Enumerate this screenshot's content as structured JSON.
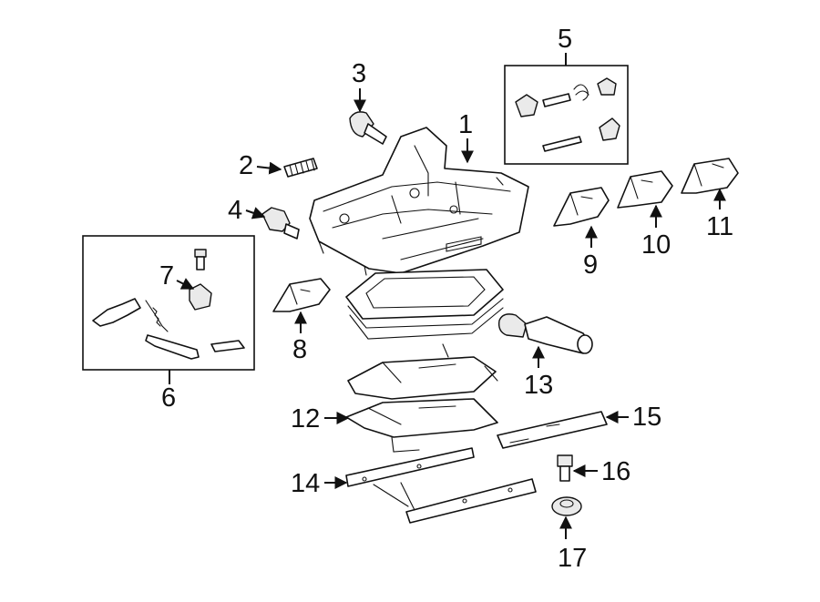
{
  "callouts": {
    "c1": "1",
    "c2": "2",
    "c3": "3",
    "c4": "4",
    "c5": "5",
    "c6": "6",
    "c7": "7",
    "c8": "8",
    "c9": "9",
    "c10": "10",
    "c11": "11",
    "c12": "12",
    "c13": "13",
    "c14": "14",
    "c15": "15",
    "c16": "16",
    "c17": "17"
  },
  "colors": {
    "line": "#111111",
    "background": "#ffffff",
    "shade": "#eaeaea"
  }
}
